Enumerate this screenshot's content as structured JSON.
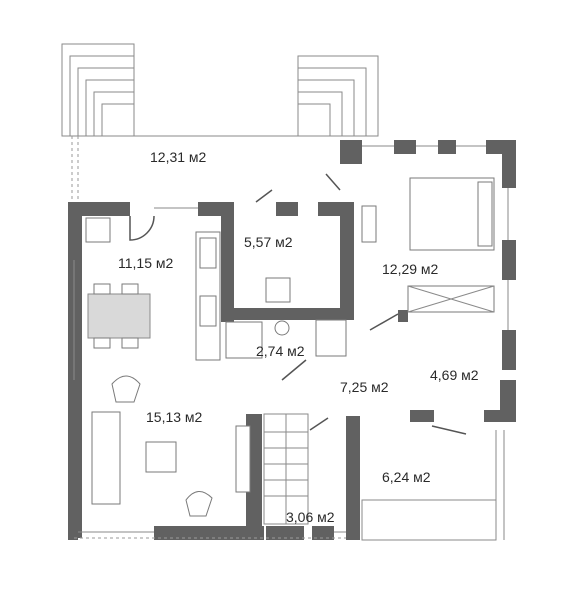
{
  "plan": {
    "rooms": [
      {
        "id": "terrace-top",
        "area": "12,31 м2"
      },
      {
        "id": "kitchen",
        "area": "11,15 м2"
      },
      {
        "id": "bathroom",
        "area": "5,57 м2"
      },
      {
        "id": "bedroom",
        "area": "12,29 м2"
      },
      {
        "id": "shower-wc",
        "area": "2,74 м2"
      },
      {
        "id": "hall",
        "area": "7,25 м2"
      },
      {
        "id": "wardrobe",
        "area": "4,69 м2"
      },
      {
        "id": "living",
        "area": "15,13 м2"
      },
      {
        "id": "terrace-bottom",
        "area": "6,24 м2"
      },
      {
        "id": "stairs",
        "area": "3,06 м2"
      }
    ]
  }
}
